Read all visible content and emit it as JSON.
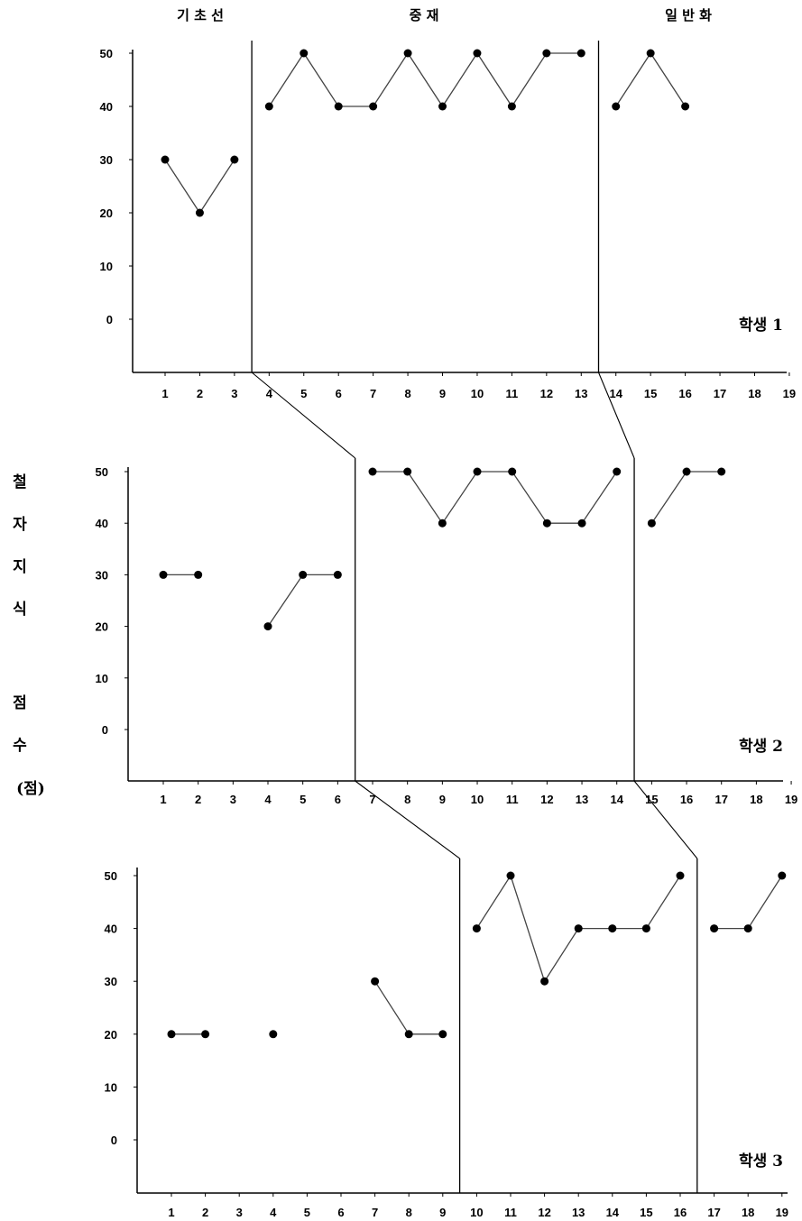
{
  "phase_labels": [
    "기 초 선",
    "중     재",
    "일 반 화"
  ],
  "y_axis_label": [
    "철",
    "자",
    "지",
    "식",
    "점",
    "수",
    "(점)"
  ],
  "chart_data": {
    "type": "line",
    "subtype": "multiple-baseline single-subject design",
    "y_ticks": [
      0,
      10,
      20,
      30,
      40,
      50
    ],
    "ylim": [
      -10,
      50
    ],
    "x_ticks": [
      1,
      2,
      3,
      4,
      5,
      6,
      7,
      8,
      9,
      10,
      11,
      12,
      13,
      14,
      15,
      16,
      17,
      18,
      19
    ],
    "xlim": [
      0,
      19.5
    ],
    "grid": false,
    "panels": [
      {
        "label": "학생 1",
        "phase_changes": [
          3.5,
          13.5
        ],
        "segments": [
          {
            "phase": "기초선",
            "x": [
              1,
              2,
              3
            ],
            "y": [
              30,
              20,
              30
            ]
          },
          {
            "phase": "중재",
            "x": [
              4,
              5,
              6,
              7,
              8,
              9,
              10,
              11,
              12,
              13
            ],
            "y": [
              40,
              50,
              40,
              40,
              50,
              40,
              50,
              40,
              50,
              50
            ]
          },
          {
            "phase": "일반화",
            "x": [
              14,
              15,
              16
            ],
            "y": [
              40,
              50,
              40
            ]
          }
        ]
      },
      {
        "label": "학생 2",
        "phase_changes": [
          6.5,
          14.5
        ],
        "segments": [
          {
            "phase": "기초선",
            "x": [
              1,
              2
            ],
            "y": [
              30,
              30
            ]
          },
          {
            "phase": "기초선",
            "x": [
              4,
              5,
              6
            ],
            "y": [
              20,
              30,
              30
            ]
          },
          {
            "phase": "중재",
            "x": [
              7,
              8,
              9,
              10,
              11,
              12,
              13,
              14
            ],
            "y": [
              50,
              50,
              40,
              50,
              50,
              40,
              40,
              50
            ]
          },
          {
            "phase": "일반화",
            "x": [
              15,
              16,
              17
            ],
            "y": [
              40,
              50,
              50
            ]
          }
        ]
      },
      {
        "label": "학생 3",
        "phase_changes": [
          9.5,
          16.5
        ],
        "segments": [
          {
            "phase": "기초선",
            "x": [
              1,
              2
            ],
            "y": [
              20,
              20
            ]
          },
          {
            "phase": "기초선",
            "x": [
              4
            ],
            "y": [
              20
            ]
          },
          {
            "phase": "기초선",
            "x": [
              7,
              8,
              9
            ],
            "y": [
              30,
              20,
              20
            ]
          },
          {
            "phase": "중재",
            "x": [
              10,
              11,
              12,
              13,
              14,
              15,
              16
            ],
            "y": [
              40,
              50,
              30,
              40,
              40,
              40,
              50
            ]
          },
          {
            "phase": "일반화",
            "x": [
              17,
              18,
              19
            ],
            "y": [
              40,
              40,
              50
            ]
          }
        ]
      }
    ]
  }
}
